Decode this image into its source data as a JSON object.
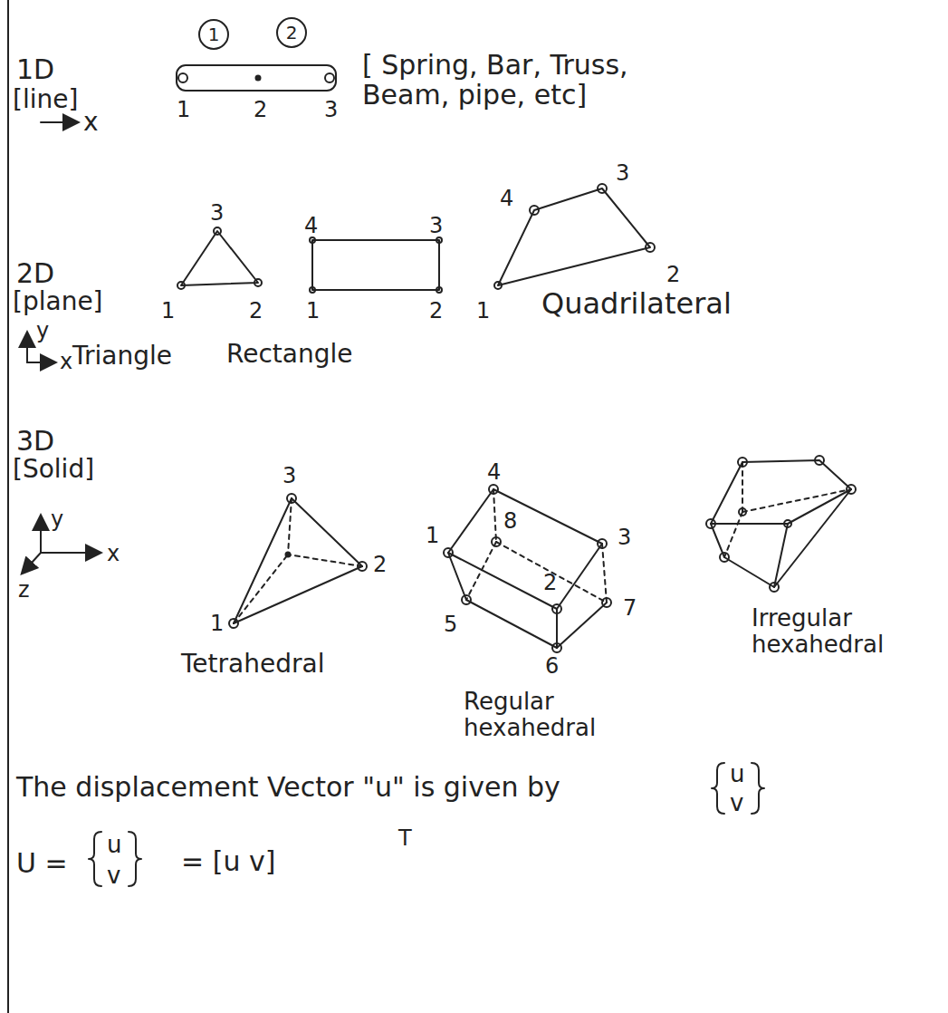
{
  "diagram": {
    "nodes": [
      {
        "text": [
          "1"
        ]
      },
      {
        "text": [
          "2"
        ]
      }
    ],
    "labels": [
      "1D",
      "[line]",
      "1",
      "2",
      "3",
      "[ Spring, Bar, Truss, Beam, pipe, etc]",
      "x",
      "3",
      "1",
      "2",
      "4",
      "3",
      "1",
      "2",
      "4",
      "3",
      "2",
      "1",
      "2D",
      "[plane]",
      "y",
      "x",
      "Triangle",
      "Rectangle",
      "Quadrilateral",
      "3D",
      "[Solid]",
      "y",
      "x",
      "z",
      "3",
      "2",
      "1",
      "Tetrahedral",
      "4",
      "1",
      "8",
      "3",
      "2",
      "5",
      "7",
      "6",
      "Regular hexahedral",
      "Irregular hexahedral",
      "The displacement Vector \"u\" is given by",
      "u",
      "v",
      "U =",
      "u",
      "v",
      "= [u v]",
      "T"
    ]
  }
}
